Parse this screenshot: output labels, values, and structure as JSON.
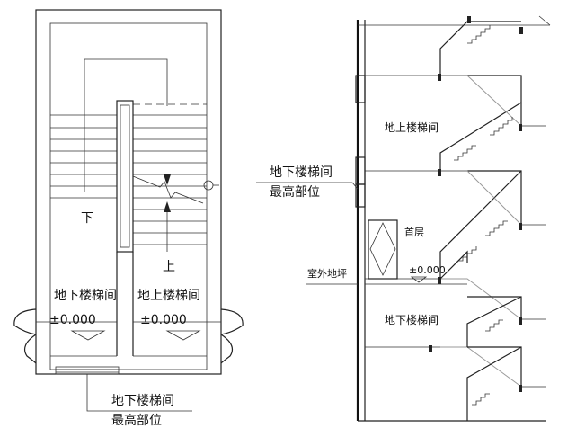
{
  "plan": {
    "down_label": "下",
    "up_label": "上",
    "basement_stair_label": "地下楼梯间",
    "ground_stair_label": "地上楼梯间",
    "elev_left": "±0.000",
    "elev_right": "±0.000",
    "callout_line1": "地下楼梯间",
    "callout_line2": "最高部位"
  },
  "section": {
    "ground_stair_label": "地上楼梯间",
    "callout_line1": "地下楼梯间",
    "callout_line2": "最高部位",
    "first_floor_label": "首层",
    "outdoor_ground_label": "室外地坪",
    "elev": "±0.000",
    "basement_stair_label": "地下楼梯间"
  }
}
